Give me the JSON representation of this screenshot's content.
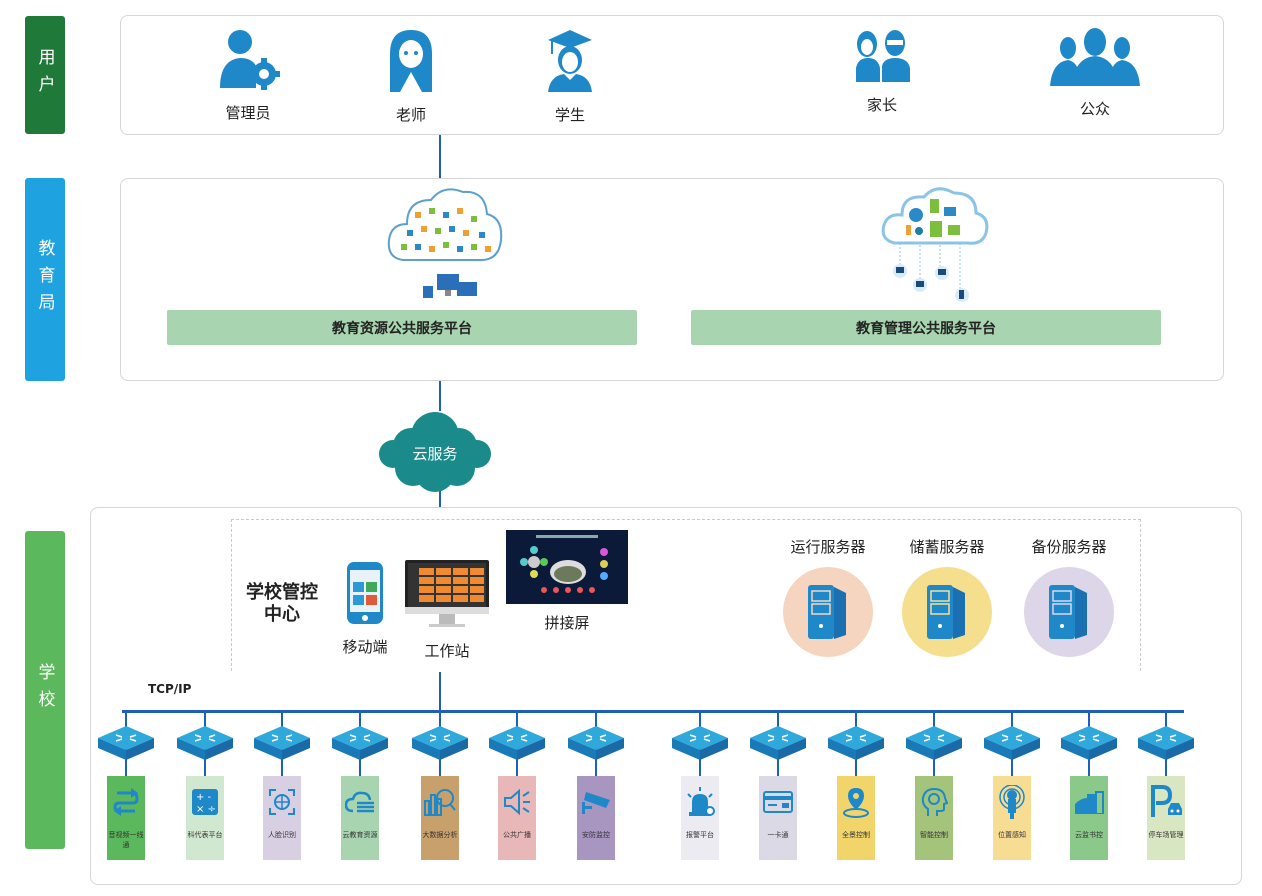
{
  "tiers": {
    "users": {
      "label": "用户",
      "color": "#1f7a3a"
    },
    "bureau": {
      "label": "教育局",
      "color": "#1ea2e0"
    },
    "school": {
      "label": "学校",
      "color": "#5cb85c"
    }
  },
  "users": [
    {
      "label": "管理员",
      "icon": "admin-gear-icon"
    },
    {
      "label": "老师",
      "icon": "teacher-icon"
    },
    {
      "label": "学生",
      "icon": "student-graduate-icon"
    },
    {
      "label": "家长",
      "icon": "parents-icon"
    },
    {
      "label": "公众",
      "icon": "public-group-icon"
    }
  ],
  "bureau": {
    "platforms": [
      {
        "label": "教育资源公共服务平台",
        "icon": "resource-cloud-icon"
      },
      {
        "label": "教育管理公共服务平台",
        "icon": "management-cloud-icon"
      }
    ]
  },
  "cloud": {
    "label": "云服务",
    "color": "#1a8a8a"
  },
  "school": {
    "control_center": {
      "title_line1": "学校管控",
      "title_line2": "中心",
      "devices": [
        {
          "label": "移动端",
          "icon": "mobile-phone-icon"
        },
        {
          "label": "工作站",
          "icon": "workstation-monitor-icon"
        },
        {
          "label": "拼接屏",
          "icon": "video-wall-icon"
        }
      ],
      "servers": [
        {
          "label": "运行服务器",
          "color": "#f5d5bf"
        },
        {
          "label": "储蓄服务器",
          "color": "#f5df8f"
        },
        {
          "label": "备份服务器",
          "color": "#dcd6e8"
        }
      ]
    },
    "network_label": "TCP/IP",
    "subsystems": [
      {
        "label": "音视频一线通",
        "color": "#5cb85c",
        "icon": "sync-arrows-icon"
      },
      {
        "label": "科代表平台",
        "color": "#cfe8cf",
        "icon": "calculator-icon"
      },
      {
        "label": "人脸识别",
        "color": "#d8cfe3",
        "icon": "face-scan-icon"
      },
      {
        "label": "云教育资源",
        "color": "#a8d5b0",
        "icon": "cloud-list-icon"
      },
      {
        "label": "大数据分析",
        "color": "#c8a06c",
        "icon": "data-analysis-icon"
      },
      {
        "label": "公共广播",
        "color": "#e8b8b8",
        "icon": "speaker-icon"
      },
      {
        "label": "安防监控",
        "color": "#a896c0",
        "icon": "cctv-camera-icon"
      },
      {
        "label": "报警平台",
        "color": "#ecebf2",
        "icon": "alarm-light-icon"
      },
      {
        "label": "一卡通",
        "color": "#dcd9e6",
        "icon": "card-icon"
      },
      {
        "label": "全景控制",
        "color": "#f2d56a",
        "icon": "location-pin-icon"
      },
      {
        "label": "智能控制",
        "color": "#a3c47a",
        "icon": "smart-head-icon"
      },
      {
        "label": "位置感知",
        "color": "#f7dc94",
        "icon": "position-sense-icon"
      },
      {
        "label": "云监书控",
        "color": "#8bc98b",
        "icon": "books-icon"
      },
      {
        "label": "停车场管理",
        "color": "#d9e6c2",
        "icon": "parking-icon"
      }
    ]
  }
}
